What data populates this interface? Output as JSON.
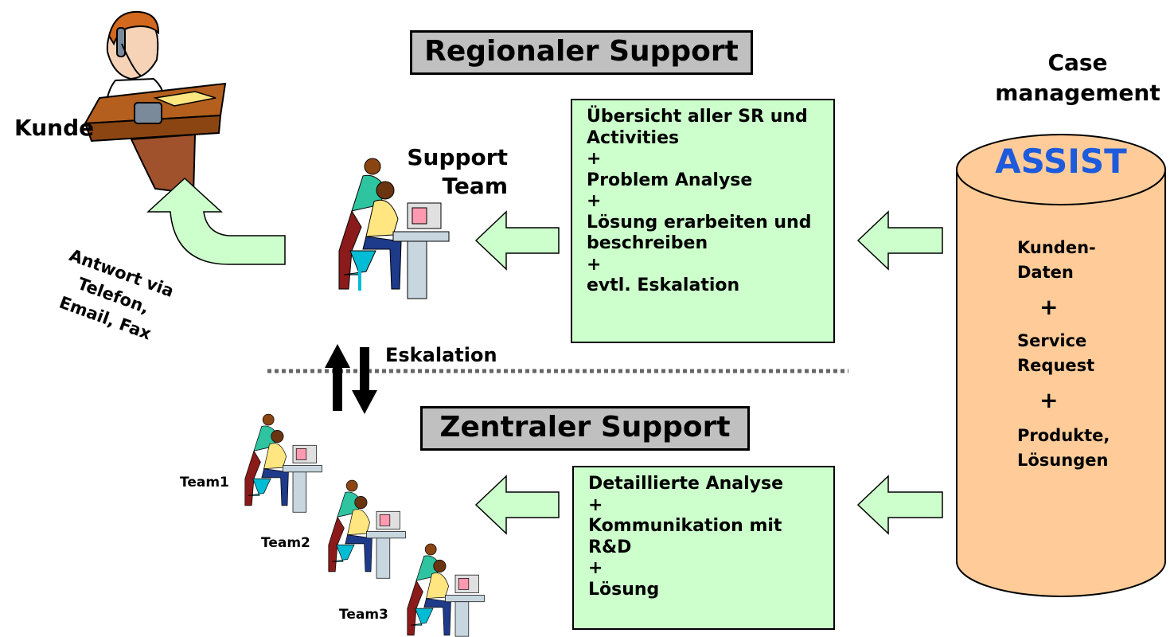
{
  "headers": {
    "regional": "Regionaler Support",
    "zentral": "Zentraler Support"
  },
  "customer": {
    "label": "Kunde",
    "reply_lines": [
      "Antwort via",
      "Telefon,",
      "Email, Fax"
    ]
  },
  "support_team": {
    "lines": [
      "Support",
      "Team"
    ]
  },
  "case_management": {
    "title_lines": [
      "Case",
      "management"
    ],
    "system": "ASSIST",
    "items": [
      "Kunden-",
      "Daten",
      "+",
      "Service",
      "Request",
      "+",
      "Produkte,",
      "Lösungen"
    ]
  },
  "regional_box": {
    "lines": [
      "Übersicht aller SR und",
      "Activities",
      "+",
      "Problem Analyse",
      "+",
      "Lösung erarbeiten und",
      "beschreiben",
      "+",
      "evtl. Eskalation"
    ]
  },
  "zentral_box": {
    "lines": [
      "Detaillierte Analyse",
      "+",
      "Kommunikation mit",
      "R&D",
      "+",
      "Lösung"
    ]
  },
  "escalation": {
    "label": "Eskalation"
  },
  "teams": [
    "Team1",
    "Team2",
    "Team3"
  ],
  "colors": {
    "box_fill": "#ccffcc",
    "header_fill": "#c0c0c0",
    "cylinder_fill": "#ffcc99",
    "assist_text": "#1e5adc",
    "arrow_fill": "#ccffcc"
  },
  "icons": [
    "phone-customer-icon",
    "support-worker-icon",
    "database-cylinder-icon",
    "left-arrow-icon",
    "up-arrow-icon",
    "down-arrow-icon"
  ]
}
